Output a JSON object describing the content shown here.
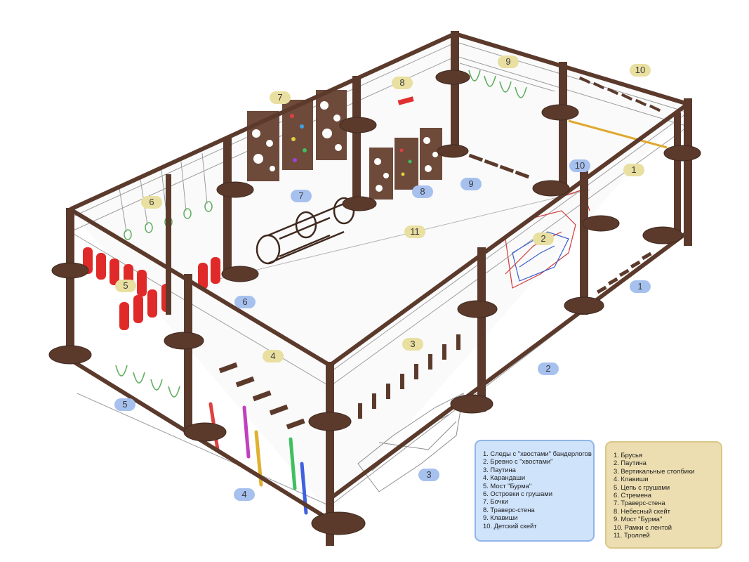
{
  "diagram_labels": {
    "yellow": [
      {
        "id": "y1",
        "text": "1"
      },
      {
        "id": "y2",
        "text": "2"
      },
      {
        "id": "y3",
        "text": "3"
      },
      {
        "id": "y4",
        "text": "4"
      },
      {
        "id": "y5",
        "text": "5"
      },
      {
        "id": "y6",
        "text": "6"
      },
      {
        "id": "y7",
        "text": "7"
      },
      {
        "id": "y8",
        "text": "8"
      },
      {
        "id": "y9",
        "text": "9"
      },
      {
        "id": "y10",
        "text": "10"
      },
      {
        "id": "y11",
        "text": "11"
      }
    ],
    "blue": [
      {
        "id": "b1",
        "text": "1"
      },
      {
        "id": "b2",
        "text": "2"
      },
      {
        "id": "b3",
        "text": "3"
      },
      {
        "id": "b4",
        "text": "4"
      },
      {
        "id": "b5",
        "text": "5"
      },
      {
        "id": "b6",
        "text": "6"
      },
      {
        "id": "b7",
        "text": "7"
      },
      {
        "id": "b8",
        "text": "8"
      },
      {
        "id": "b9",
        "text": "9"
      },
      {
        "id": "b10",
        "text": "10"
      }
    ]
  },
  "legend_blue": {
    "items": [
      "1. Следы с \"хвостами\" бандерлогов",
      "2. Бревно с \"хвостами\"",
      "3. Паутина",
      "4. Карандаши",
      "5. Мост \"Бурма\"",
      "6. Островки с грушами",
      "7. Бочки",
      "8. Траверс-стена",
      "9. Клавиши",
      "10. Детский скейт"
    ]
  },
  "legend_yellow": {
    "items": [
      "1. Брусья",
      "2. Паутина",
      "3. Вертикальные столбики",
      "4. Клавиши",
      "5. Цепь с грушами",
      "6. Стремена",
      "7. Траверс-стена",
      "8. Небесный скейт",
      "9. Мост \"Бурма\"",
      "10. Рамки с лентой",
      "11. Троллей"
    ]
  },
  "colors": {
    "frame": "#5b3a2c",
    "frame_dark": "#3f281f",
    "legend_blue_bg": "#cfe3fb",
    "legend_yellow_bg": "#ecdeb0",
    "tag_yellow": "#e9dfa0",
    "tag_blue": "#a7c1ef"
  }
}
